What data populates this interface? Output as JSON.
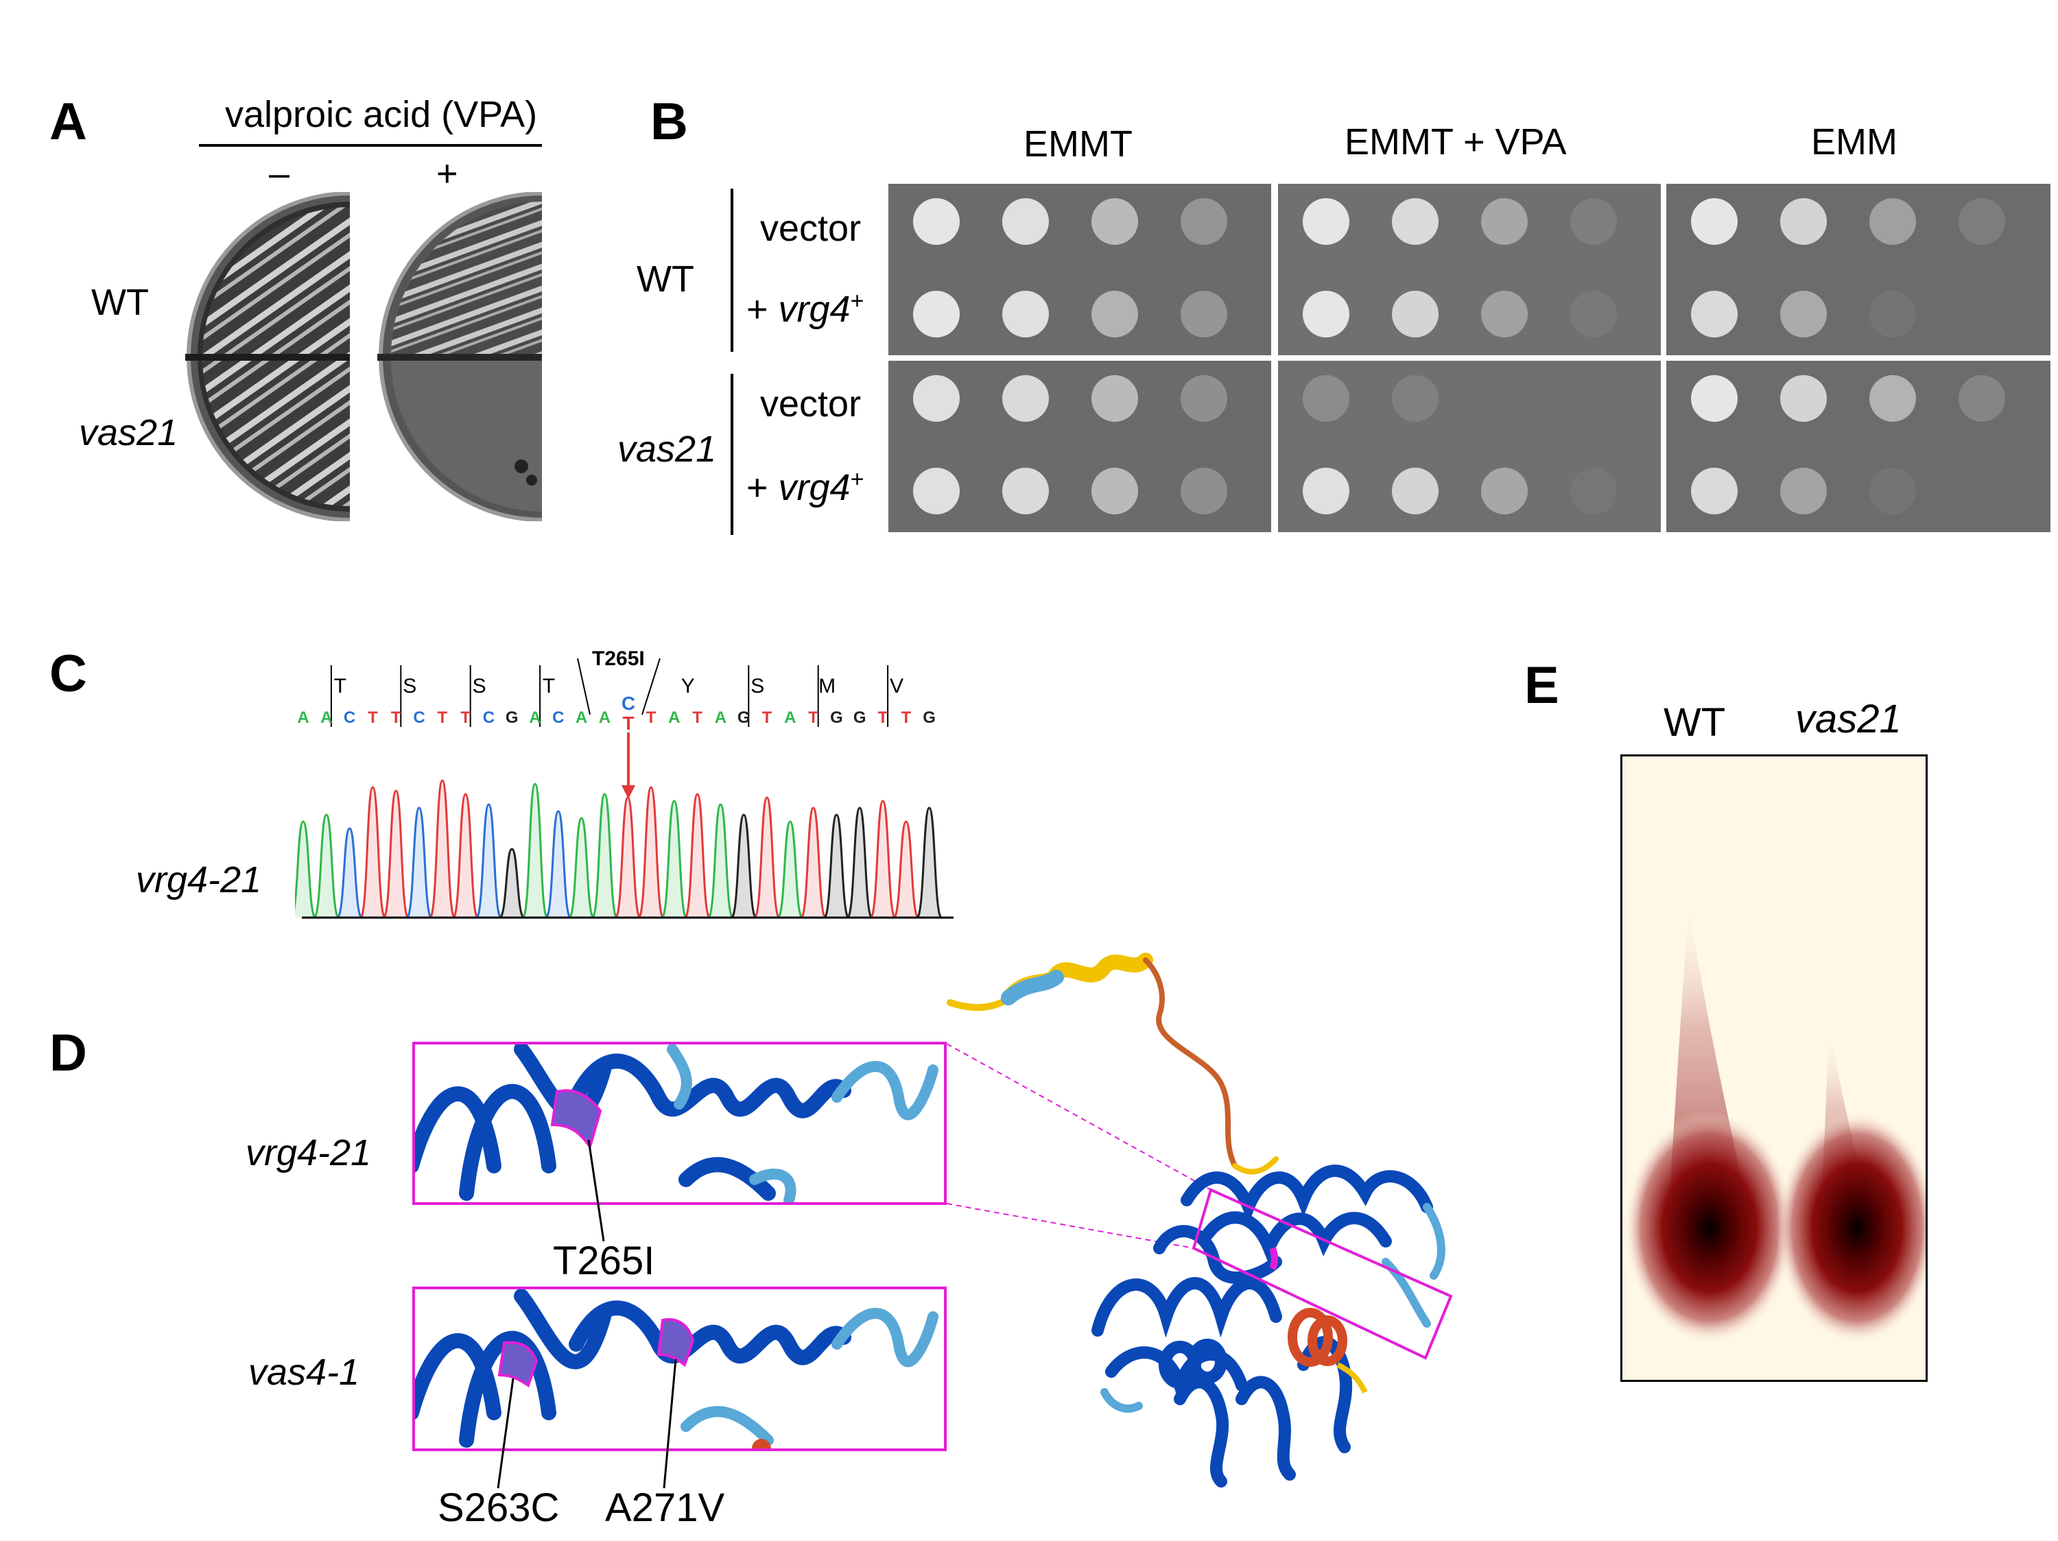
{
  "panels": {
    "A": "A",
    "B": "B",
    "C": "C",
    "D": "D",
    "E": "E"
  },
  "panelA": {
    "treatment": "valproic acid (VPA)",
    "minus": "–",
    "plus": "+",
    "rows": [
      "WT",
      "vas21"
    ]
  },
  "panelB": {
    "conditions": [
      "EMMT",
      "EMMT + VPA",
      "EMM"
    ],
    "strains": [
      "WT",
      "vas21"
    ],
    "row_vector": "vector",
    "row_plus": "+ ",
    "row_gene": "vrg4",
    "row_sup": "+"
  },
  "panelC": {
    "mutation": "T265I",
    "strain": "vrg4-21",
    "amino_acids": [
      "T",
      "S",
      "S",
      "T",
      "Y",
      "S",
      "M",
      "V"
    ],
    "wt_base": "C",
    "mut_base": "T",
    "sequence": [
      {
        "b": "A",
        "c": "#2fb84a"
      },
      {
        "b": "A",
        "c": "#2fb84a"
      },
      {
        "b": "C",
        "c": "#2a6fd6"
      },
      {
        "b": "T",
        "c": "#e23a3a"
      },
      {
        "b": "T",
        "c": "#e23a3a"
      },
      {
        "b": "C",
        "c": "#2a6fd6"
      },
      {
        "b": "T",
        "c": "#e23a3a"
      },
      {
        "b": "T",
        "c": "#e23a3a"
      },
      {
        "b": "C",
        "c": "#2a6fd6"
      },
      {
        "b": "G",
        "c": "#222222"
      },
      {
        "b": "A",
        "c": "#2fb84a"
      },
      {
        "b": "C",
        "c": "#2a6fd6"
      },
      {
        "b": "A",
        "c": "#2fb84a"
      },
      {
        "b": "A",
        "c": "#2fb84a"
      },
      {
        "b": "T",
        "c": "#e23a3a"
      },
      {
        "b": "T",
        "c": "#e23a3a"
      },
      {
        "b": "A",
        "c": "#2fb84a"
      },
      {
        "b": "T",
        "c": "#e23a3a"
      },
      {
        "b": "A",
        "c": "#2fb84a"
      },
      {
        "b": "G",
        "c": "#222222"
      },
      {
        "b": "T",
        "c": "#e23a3a"
      },
      {
        "b": "A",
        "c": "#2fb84a"
      },
      {
        "b": "T",
        "c": "#e23a3a"
      },
      {
        "b": "G",
        "c": "#222222"
      },
      {
        "b": "G",
        "c": "#222222"
      },
      {
        "b": "T",
        "c": "#e23a3a"
      },
      {
        "b": "T",
        "c": "#e23a3a"
      },
      {
        "b": "G",
        "c": "#222222"
      }
    ]
  },
  "panelD": {
    "rows": [
      "vrg4-21",
      "vas4-1"
    ],
    "mutations_top": [
      "T265I"
    ],
    "mutations_bottom": [
      "S263C",
      "A271V"
    ]
  },
  "panelE": {
    "lanes": [
      "WT",
      "vas21"
    ]
  },
  "colors": {
    "magenta": "#e21fd8",
    "protein_dark": "#0a48b8",
    "protein_light": "#58a8d8",
    "helix_yellow": "#f2c200",
    "tlc_red": "#7a0000"
  }
}
